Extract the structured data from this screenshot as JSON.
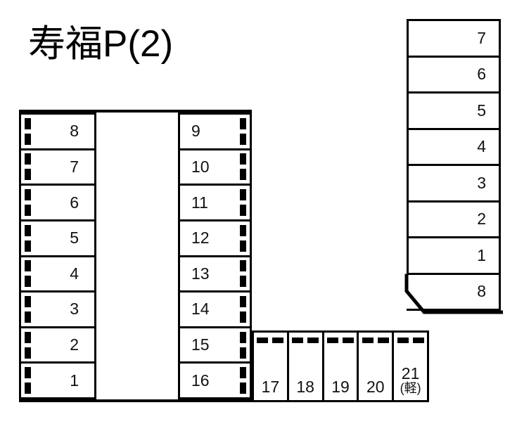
{
  "title": "寿福P(2)",
  "colors": {
    "ink": "#000000",
    "paper": "#ffffff"
  },
  "left_group": {
    "name": "main-lot",
    "column_a": {
      "name": "west-column",
      "stop_side": "left",
      "stalls": [
        {
          "number": "8"
        },
        {
          "number": "7"
        },
        {
          "number": "6"
        },
        {
          "number": "5"
        },
        {
          "number": "4"
        },
        {
          "number": "3"
        },
        {
          "number": "2"
        },
        {
          "number": "1"
        }
      ]
    },
    "column_b": {
      "name": "center-column",
      "stop_side": "right",
      "stalls": [
        {
          "number": "9"
        },
        {
          "number": "10"
        },
        {
          "number": "11"
        },
        {
          "number": "12"
        },
        {
          "number": "13"
        },
        {
          "number": "14"
        },
        {
          "number": "15"
        },
        {
          "number": "16"
        }
      ]
    }
  },
  "bottom_row": {
    "name": "south-row",
    "stop_side": "top",
    "stalls": [
      {
        "number": "17",
        "sub": ""
      },
      {
        "number": "18",
        "sub": ""
      },
      {
        "number": "19",
        "sub": ""
      },
      {
        "number": "20",
        "sub": ""
      },
      {
        "number": "21",
        "sub": "(軽)"
      }
    ]
  },
  "right_block": {
    "name": "east-block",
    "stalls": [
      {
        "number": "7"
      },
      {
        "number": "6"
      },
      {
        "number": "5"
      },
      {
        "number": "4"
      },
      {
        "number": "3"
      },
      {
        "number": "2"
      },
      {
        "number": "1"
      },
      {
        "number": "8"
      }
    ]
  }
}
